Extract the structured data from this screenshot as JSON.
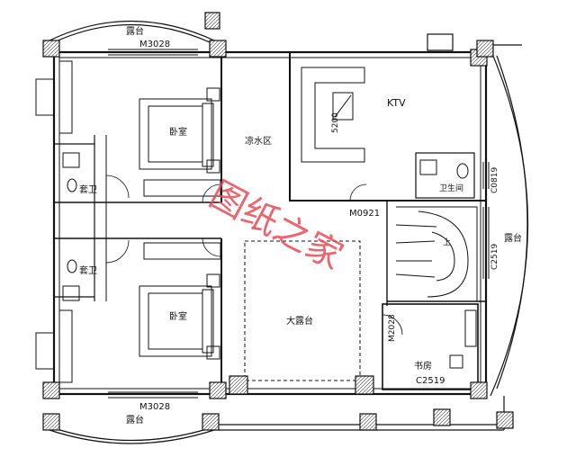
{
  "plan": {
    "rooms": {
      "bedroom_top": "卧室",
      "bedroom_bottom": "卧室",
      "cool_water_area": "凉水区",
      "ktv": "KTV",
      "toilet": "卫生间",
      "ensuite_top": "套卫",
      "ensuite_bottom": "套卫",
      "big_terrace": "大露台",
      "study": "书房"
    },
    "terraces": {
      "top": "露台",
      "bottom": "露台",
      "right": "露台"
    },
    "codes": {
      "m3028_top": "M3028",
      "m3028_bottom": "M3028",
      "m0921": "M0921",
      "c0819": "C0819",
      "c2519_right": "C2519",
      "c2519_study": "C2519",
      "m2028": "M2028",
      "ktv_dim": "5200"
    },
    "stair_text": "上",
    "watermark": "图纸之家"
  },
  "colors": {
    "line": "#111111",
    "watermark": "#e84a55"
  }
}
